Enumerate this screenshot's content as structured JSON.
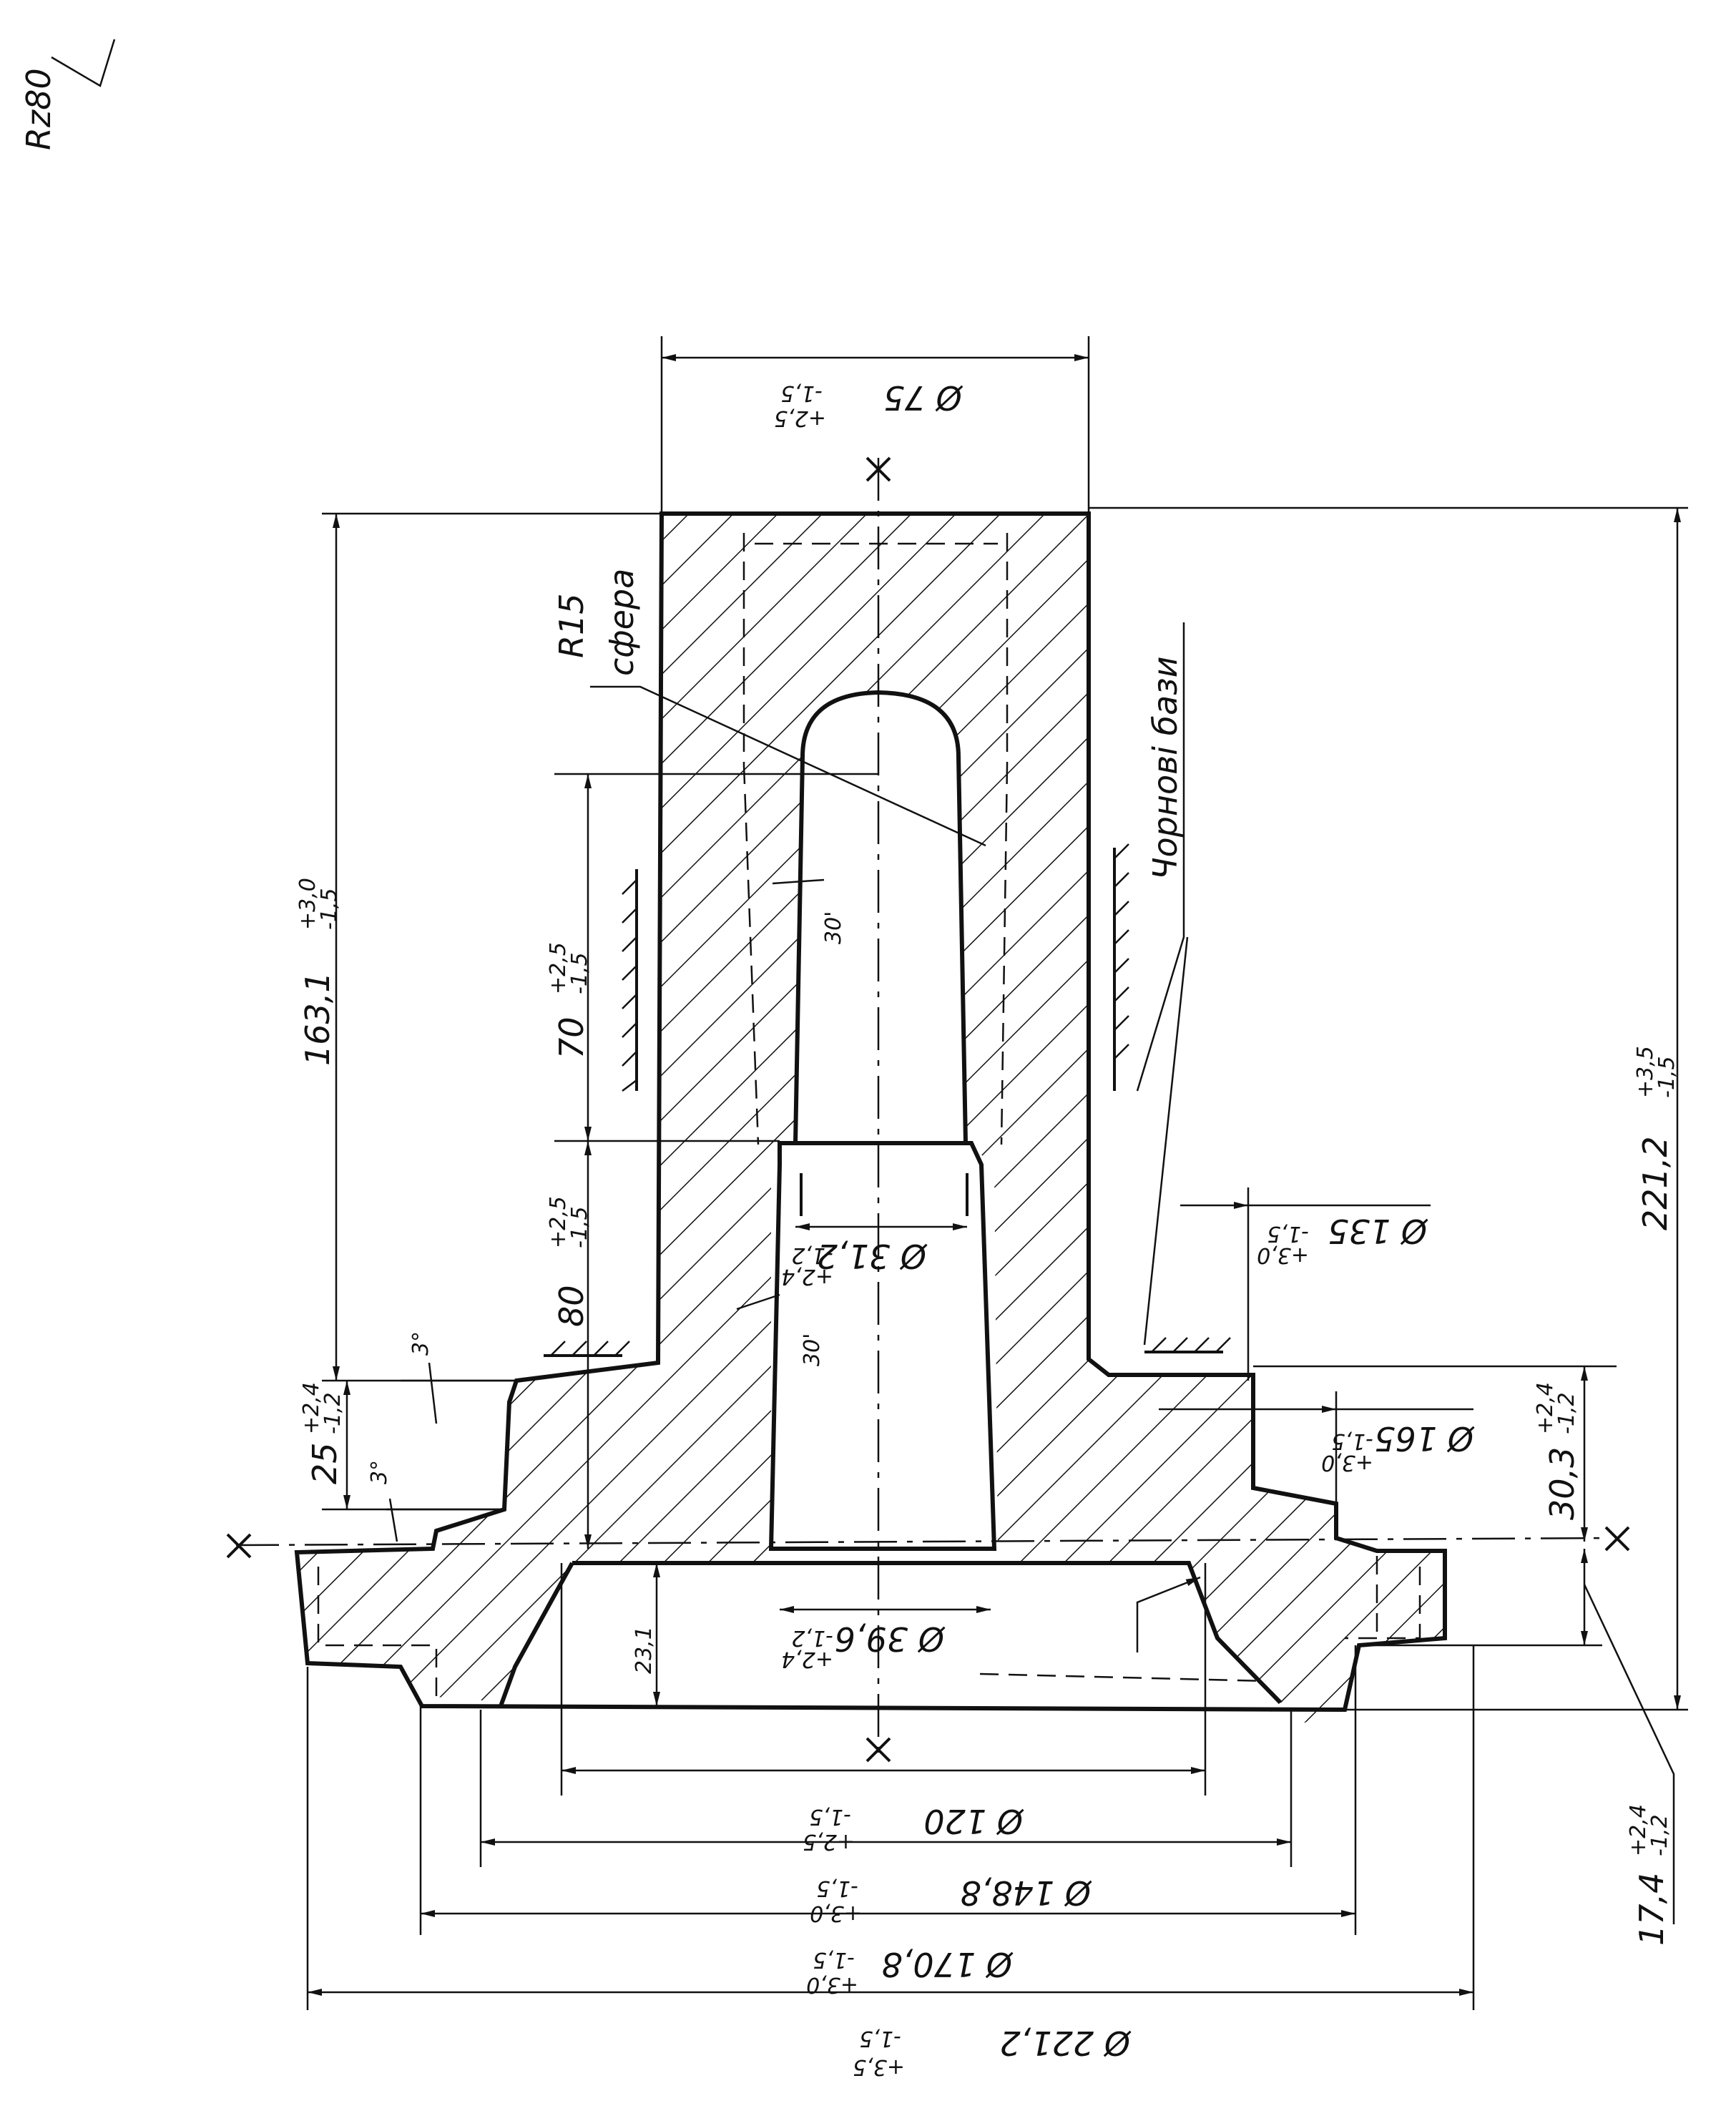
{
  "roughness": "Rz80",
  "labels": {
    "sphere_radius": "R15",
    "sphere_word": "сфера",
    "rough_bases": "Чорнові бази",
    "angle_30_upper": "30'",
    "angle_30_lower": "30'",
    "angle_3_a": "3°",
    "angle_3_b": "3°",
    "dim_23": "23,1"
  },
  "dimensions": {
    "d75": {
      "text": "Ø 75",
      "upper": "+2,5",
      "lower": "-1,5"
    },
    "d135": {
      "text": "Ø 135",
      "upper": "+3,0",
      "lower": "-1,5"
    },
    "d165": {
      "text": "Ø 165",
      "upper": "+3,0",
      "lower": "-1,5"
    },
    "d312": {
      "text": "Ø 31,2",
      "upper": "+2,4",
      "lower": "-1,2"
    },
    "d396": {
      "text": "Ø 39,6",
      "upper": "+2,4",
      "lower": "-1,2"
    },
    "d120": {
      "text": "Ø 120",
      "upper": "+2,5",
      "lower": "-1,5"
    },
    "d1488": {
      "text": "Ø 148,8",
      "upper": "+3,0",
      "lower": "-1,5"
    },
    "d1708": {
      "text": "Ø 170,8",
      "upper": "+3,0",
      "lower": "-1,5"
    },
    "d2212": {
      "text": "Ø 221,2",
      "upper": "+3,5",
      "lower": "-1,5"
    },
    "l1631": {
      "text": "163,1",
      "upper": "+3,0",
      "lower": "-1,5"
    },
    "l70": {
      "text": "70",
      "upper": "+2,5",
      "lower": "-1,5"
    },
    "l80": {
      "text": "80",
      "upper": "+2,5",
      "lower": "-1,5"
    },
    "l25": {
      "text": "25",
      "upper": "+2,4",
      "lower": "-1,2"
    },
    "l2212": {
      "text": "221,2",
      "upper": "+3,5",
      "lower": "-1,5"
    },
    "l303": {
      "text": "30,3",
      "upper": "+2,4",
      "lower": "-1,2"
    },
    "l174": {
      "text": "17,4",
      "upper": "+2,4",
      "lower": "-1,2"
    }
  }
}
